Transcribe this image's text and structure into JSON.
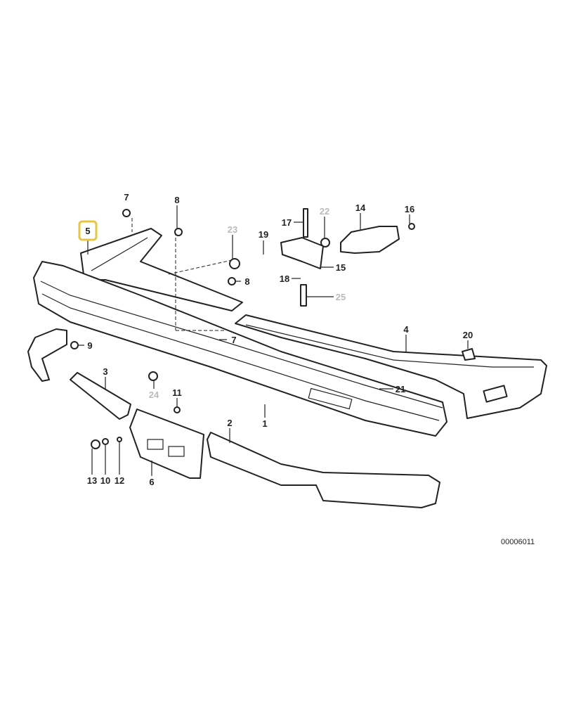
{
  "diagram": {
    "highlight_color": "#e8c440",
    "callouts": {
      "c7a": "7",
      "c8a": "8",
      "c5": "5",
      "c23": "23",
      "c19": "19",
      "c17": "17",
      "c22": "22",
      "c14": "14",
      "c16": "16",
      "c15": "15",
      "c18": "18",
      "c25": "25",
      "c8b": "8",
      "c7b": "7",
      "c4": "4",
      "c20": "20",
      "c9": "9",
      "c3": "3",
      "c24": "24",
      "c11": "11",
      "c21": "21",
      "c2": "2",
      "c1": "1",
      "c13": "13",
      "c10": "10",
      "c12": "12",
      "c6": "6"
    },
    "diagram_id": "00006011"
  }
}
